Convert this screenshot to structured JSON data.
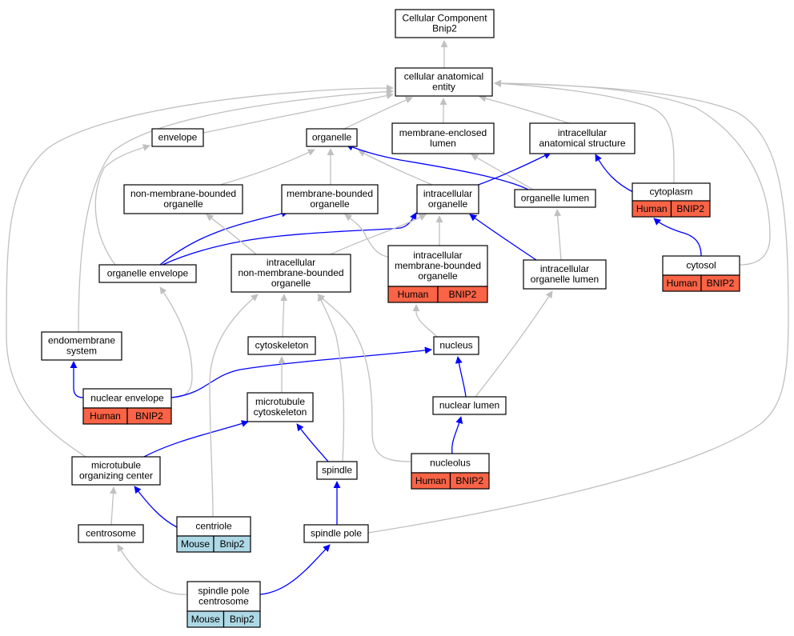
{
  "colors": {
    "is_a_edge": "#c0c0c0",
    "part_of_edge": "#0000ff",
    "human_annotation": "#fa6346",
    "mouse_annotation": "#add8e6"
  },
  "nodes": [
    {
      "id": "root",
      "lines": [
        "Cellular Component",
        "Bnip2"
      ]
    },
    {
      "id": "cae",
      "lines": [
        "cellular anatomical",
        "entity"
      ]
    },
    {
      "id": "envelope",
      "lines": [
        "envelope"
      ]
    },
    {
      "id": "organelle",
      "lines": [
        "organelle"
      ]
    },
    {
      "id": "mel",
      "lines": [
        "membrane-enclosed",
        "lumen"
      ]
    },
    {
      "id": "ias",
      "lines": [
        "intracellular",
        "anatomical structure"
      ]
    },
    {
      "id": "nmbo",
      "lines": [
        "non-membrane-bounded",
        "organelle"
      ]
    },
    {
      "id": "mbo",
      "lines": [
        "membrane-bounded",
        "organelle"
      ]
    },
    {
      "id": "io",
      "lines": [
        "intracellular",
        "organelle"
      ]
    },
    {
      "id": "orglumen",
      "lines": [
        "organelle lumen"
      ]
    },
    {
      "id": "cytoplasm",
      "lines": [
        "cytoplasm"
      ],
      "annotation": {
        "species": "Human",
        "gene": "BNIP2"
      }
    },
    {
      "id": "orgenv",
      "lines": [
        "organelle envelope"
      ]
    },
    {
      "id": "inmbo",
      "lines": [
        "intracellular",
        "non-membrane-bounded",
        "organelle"
      ]
    },
    {
      "id": "imbo",
      "lines": [
        "intracellular",
        "membrane-bounded",
        "organelle"
      ],
      "annotation": {
        "species": "Human",
        "gene": "BNIP2"
      }
    },
    {
      "id": "iol",
      "lines": [
        "intracellular",
        "organelle lumen"
      ]
    },
    {
      "id": "cytosol",
      "lines": [
        "cytosol"
      ],
      "annotation": {
        "species": "Human",
        "gene": "BNIP2"
      }
    },
    {
      "id": "endo",
      "lines": [
        "endomembrane",
        "system"
      ]
    },
    {
      "id": "cytoskeleton",
      "lines": [
        "cytoskeleton"
      ]
    },
    {
      "id": "nucleus",
      "lines": [
        "nucleus"
      ]
    },
    {
      "id": "nucenv",
      "lines": [
        "nuclear envelope"
      ],
      "annotation": {
        "species": "Human",
        "gene": "BNIP2"
      }
    },
    {
      "id": "mtcyto",
      "lines": [
        "microtubule",
        "cytoskeleton"
      ]
    },
    {
      "id": "nuclumen",
      "lines": [
        "nuclear lumen"
      ]
    },
    {
      "id": "mtoc",
      "lines": [
        "microtubule",
        "organizing center"
      ]
    },
    {
      "id": "spindle",
      "lines": [
        "spindle"
      ]
    },
    {
      "id": "nucleolus",
      "lines": [
        "nucleolus"
      ],
      "annotation": {
        "species": "Human",
        "gene": "BNIP2"
      }
    },
    {
      "id": "centrosome",
      "lines": [
        "centrosome"
      ]
    },
    {
      "id": "centriole",
      "lines": [
        "centriole"
      ],
      "annotation": {
        "species": "Mouse",
        "gene": "Bnip2"
      }
    },
    {
      "id": "spindlepole",
      "lines": [
        "spindle pole"
      ]
    },
    {
      "id": "spcentro",
      "lines": [
        "spindle pole",
        "centrosome"
      ],
      "annotation": {
        "species": "Mouse",
        "gene": "Bnip2"
      }
    }
  ],
  "edges": [
    {
      "from": "cae",
      "to": "root",
      "type": "is_a"
    },
    {
      "from": "envelope",
      "to": "cae",
      "type": "is_a"
    },
    {
      "from": "organelle",
      "to": "cae",
      "type": "is_a"
    },
    {
      "from": "mel",
      "to": "cae",
      "type": "is_a"
    },
    {
      "from": "ias",
      "to": "cae",
      "type": "is_a"
    },
    {
      "from": "cytoplasm",
      "to": "cae",
      "type": "is_a"
    },
    {
      "from": "cytosol",
      "to": "cae",
      "type": "is_a"
    },
    {
      "from": "endo",
      "to": "cae",
      "type": "is_a"
    },
    {
      "from": "mtoc",
      "to": "cae",
      "type": "is_a"
    },
    {
      "from": "spindlepole",
      "to": "cae",
      "type": "is_a"
    },
    {
      "from": "nmbo",
      "to": "organelle",
      "type": "is_a"
    },
    {
      "from": "mbo",
      "to": "organelle",
      "type": "is_a"
    },
    {
      "from": "io",
      "to": "organelle",
      "type": "is_a"
    },
    {
      "from": "orglumen",
      "to": "organelle",
      "type": "part_of"
    },
    {
      "from": "orglumen",
      "to": "mel",
      "type": "is_a"
    },
    {
      "from": "io",
      "to": "ias",
      "type": "part_of"
    },
    {
      "from": "cytoplasm",
      "to": "ias",
      "type": "part_of"
    },
    {
      "from": "cytosol",
      "to": "cytoplasm",
      "type": "part_of"
    },
    {
      "from": "orgenv",
      "to": "envelope",
      "type": "is_a"
    },
    {
      "from": "orgenv",
      "to": "mbo",
      "type": "part_of"
    },
    {
      "from": "orgenv",
      "to": "io",
      "type": "part_of"
    },
    {
      "from": "inmbo",
      "to": "nmbo",
      "type": "is_a"
    },
    {
      "from": "inmbo",
      "to": "io",
      "type": "is_a"
    },
    {
      "from": "imbo",
      "to": "mbo",
      "type": "is_a"
    },
    {
      "from": "imbo",
      "to": "io",
      "type": "is_a"
    },
    {
      "from": "iol",
      "to": "io",
      "type": "part_of"
    },
    {
      "from": "iol",
      "to": "orglumen",
      "type": "is_a"
    },
    {
      "from": "nucleus",
      "to": "imbo",
      "type": "is_a"
    },
    {
      "from": "nucenv",
      "to": "orgenv",
      "type": "is_a"
    },
    {
      "from": "nucenv",
      "to": "endo",
      "type": "part_of"
    },
    {
      "from": "nucenv",
      "to": "nucleus",
      "type": "part_of"
    },
    {
      "from": "cytoskeleton",
      "to": "inmbo",
      "type": "is_a"
    },
    {
      "from": "mtcyto",
      "to": "cytoskeleton",
      "type": "is_a"
    },
    {
      "from": "nuclumen",
      "to": "nucleus",
      "type": "part_of"
    },
    {
      "from": "nuclumen",
      "to": "iol",
      "type": "is_a"
    },
    {
      "from": "mtoc",
      "to": "mtcyto",
      "type": "part_of"
    },
    {
      "from": "spindle",
      "to": "mtcyto",
      "type": "part_of"
    },
    {
      "from": "spindle",
      "to": "inmbo",
      "type": "is_a"
    },
    {
      "from": "nucleolus",
      "to": "nuclumen",
      "type": "part_of"
    },
    {
      "from": "nucleolus",
      "to": "inmbo",
      "type": "is_a"
    },
    {
      "from": "centrosome",
      "to": "mtoc",
      "type": "is_a"
    },
    {
      "from": "centriole",
      "to": "mtoc",
      "type": "part_of"
    },
    {
      "from": "centriole",
      "to": "inmbo",
      "type": "is_a"
    },
    {
      "from": "spindlepole",
      "to": "spindle",
      "type": "part_of"
    },
    {
      "from": "spcentro",
      "to": "centrosome",
      "type": "is_a"
    },
    {
      "from": "spcentro",
      "to": "spindlepole",
      "type": "part_of"
    }
  ]
}
